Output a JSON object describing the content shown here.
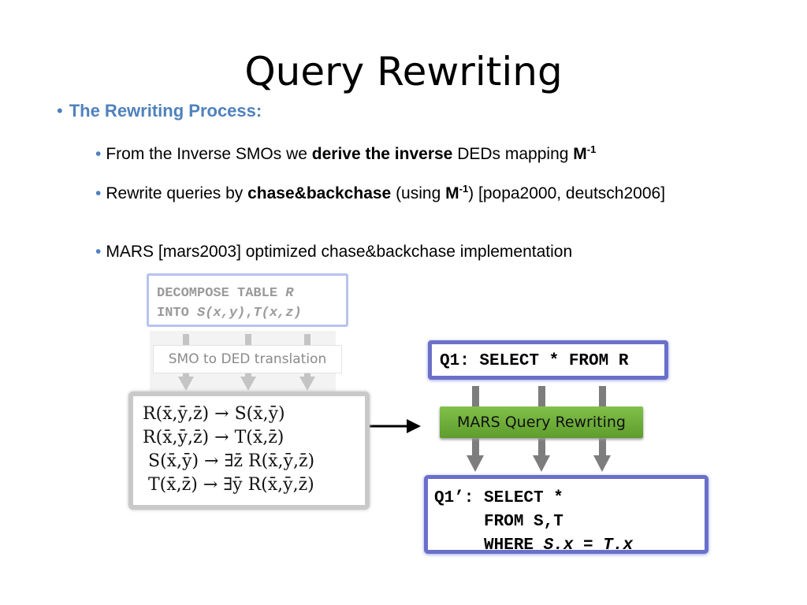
{
  "slide": {
    "title": "Query Rewriting",
    "level1": "The Rewriting Process:",
    "bullets": [
      {
        "pre": "From the Inverse SMOs we ",
        "bold": "derive the inverse",
        "mid": " DEDs mapping ",
        "bold2": "M",
        "sup": "-1",
        "post": ""
      },
      {
        "pre": "Rewrite queries by ",
        "bold": "chase&backchase",
        "mid": " (using ",
        "bold2": "M",
        "sup": "-1",
        "post": ")  [popa2000, deutsch2006]"
      },
      {
        "pre": "MARS [mars2003] optimized chase&backchase implementation"
      }
    ]
  },
  "decompose": {
    "kw1": "DECOMPOSE TABLE ",
    "r": "R",
    "kw2": "INTO ",
    "s": "S",
    "sargs": "(x,y)",
    "comma": ",",
    "t": "T",
    "targs": "(x,z)"
  },
  "smo_label": "SMO to DED translation",
  "deds": [
    "R(x̄,ȳ,z̄) → S(x̄,ȳ)",
    "R(x̄,ȳ,z̄) → T(x̄,z̄)",
    " S(x̄,ȳ) → ∃z̄ R(x̄,ȳ,z̄)",
    " T(x̄,z̄) → ∃ȳ R(x̄,ȳ,z̄)"
  ],
  "q1": "Q1: SELECT * FROM R",
  "mars_label": "MARS Query Rewriting",
  "q1p": {
    "l1": "Q1’: SELECT *",
    "l2": "     FROM S,T",
    "l3pre": "     WHERE ",
    "l3expr": "S.x = T.x"
  },
  "colors": {
    "accent": "#4f81bd",
    "box_border": "#6a70c9",
    "mars_green": "#6aab36"
  }
}
